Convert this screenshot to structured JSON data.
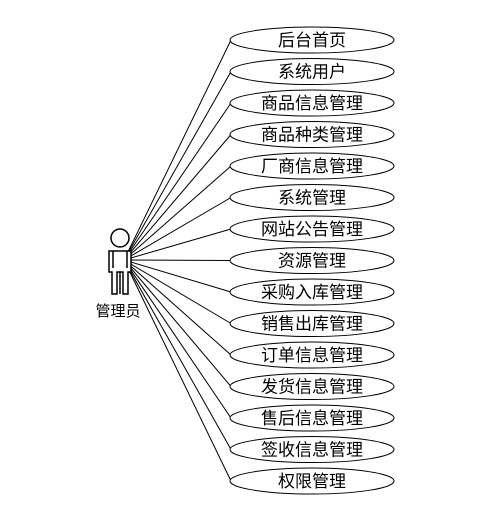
{
  "actor": {
    "label": "管理员"
  },
  "use_cases": [
    {
      "label": "后台首页"
    },
    {
      "label": "系统用户"
    },
    {
      "label": "商品信息管理"
    },
    {
      "label": "商品种类管理"
    },
    {
      "label": "厂商信息管理"
    },
    {
      "label": "系统管理"
    },
    {
      "label": "网站公告管理"
    },
    {
      "label": "资源管理"
    },
    {
      "label": "采购入库管理"
    },
    {
      "label": "销售出库管理"
    },
    {
      "label": "订单信息管理"
    },
    {
      "label": "发货信息管理"
    },
    {
      "label": "售后信息管理"
    },
    {
      "label": "签收信息管理"
    },
    {
      "label": "权限管理"
    }
  ]
}
